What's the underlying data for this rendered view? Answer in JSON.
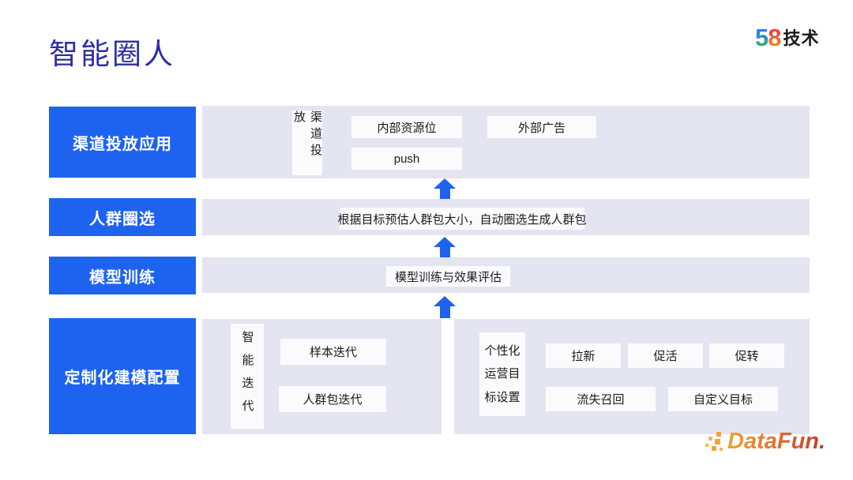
{
  "slide": {
    "title": "智能圈人",
    "brand_58": {
      "digit5": "5",
      "digit8": "8",
      "label": "技术"
    },
    "brand_datafun": {
      "label": "DataFun."
    }
  },
  "colors": {
    "accent_blue": "#1e63f0",
    "band_lavender": "#e5e4f1",
    "title_indigo": "#2d2da3",
    "datafun_orange": "#efa432",
    "datafun_red": "#c0392b"
  },
  "rows": [
    {
      "label": "渠道投放应用",
      "vertical_box": "渠道投放",
      "boxes": [
        "内部资源位",
        "外部广告",
        "push"
      ]
    },
    {
      "label": "人群圈选",
      "boxes": [
        "根据目标预估人群包大小，自动圈选生成人群包"
      ]
    },
    {
      "label": "模型训练",
      "boxes": [
        "模型训练与效果评估"
      ]
    },
    {
      "label": "定制化建模配置",
      "left_group": {
        "vertical_box": "智能迭代",
        "boxes": [
          "样本迭代",
          "人群包迭代"
        ]
      },
      "right_group": {
        "vertical_box": "个性化运营目标设置",
        "top_boxes": [
          "拉新",
          "促活",
          "促转"
        ],
        "bottom_boxes": [
          "流失召回",
          "自定义目标"
        ]
      }
    }
  ]
}
